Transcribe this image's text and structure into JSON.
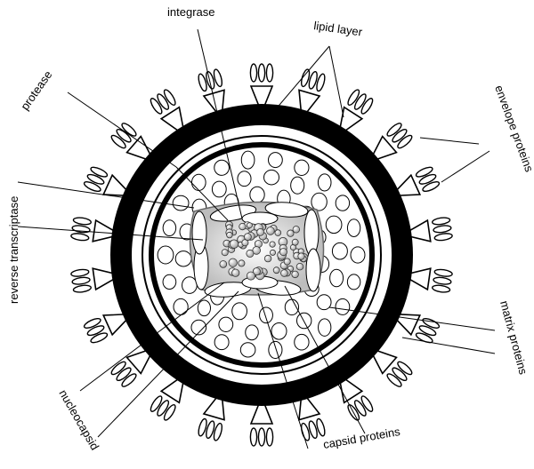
{
  "labels": {
    "integrase": "integrase",
    "lipid_layer": "lipid layer",
    "protease": "protease",
    "envelope_proteins": "envelope proteins",
    "reverse_transcriptase": "reverse transcriptase",
    "matrix_proteins": "matrix proteins",
    "nucleocapsid": "nucleocapsid",
    "capsid_proteins": "capsid proteins"
  },
  "colors": {
    "ink": "#000000",
    "fill": "#ffffff",
    "core_fill": "#d9d9d9"
  }
}
